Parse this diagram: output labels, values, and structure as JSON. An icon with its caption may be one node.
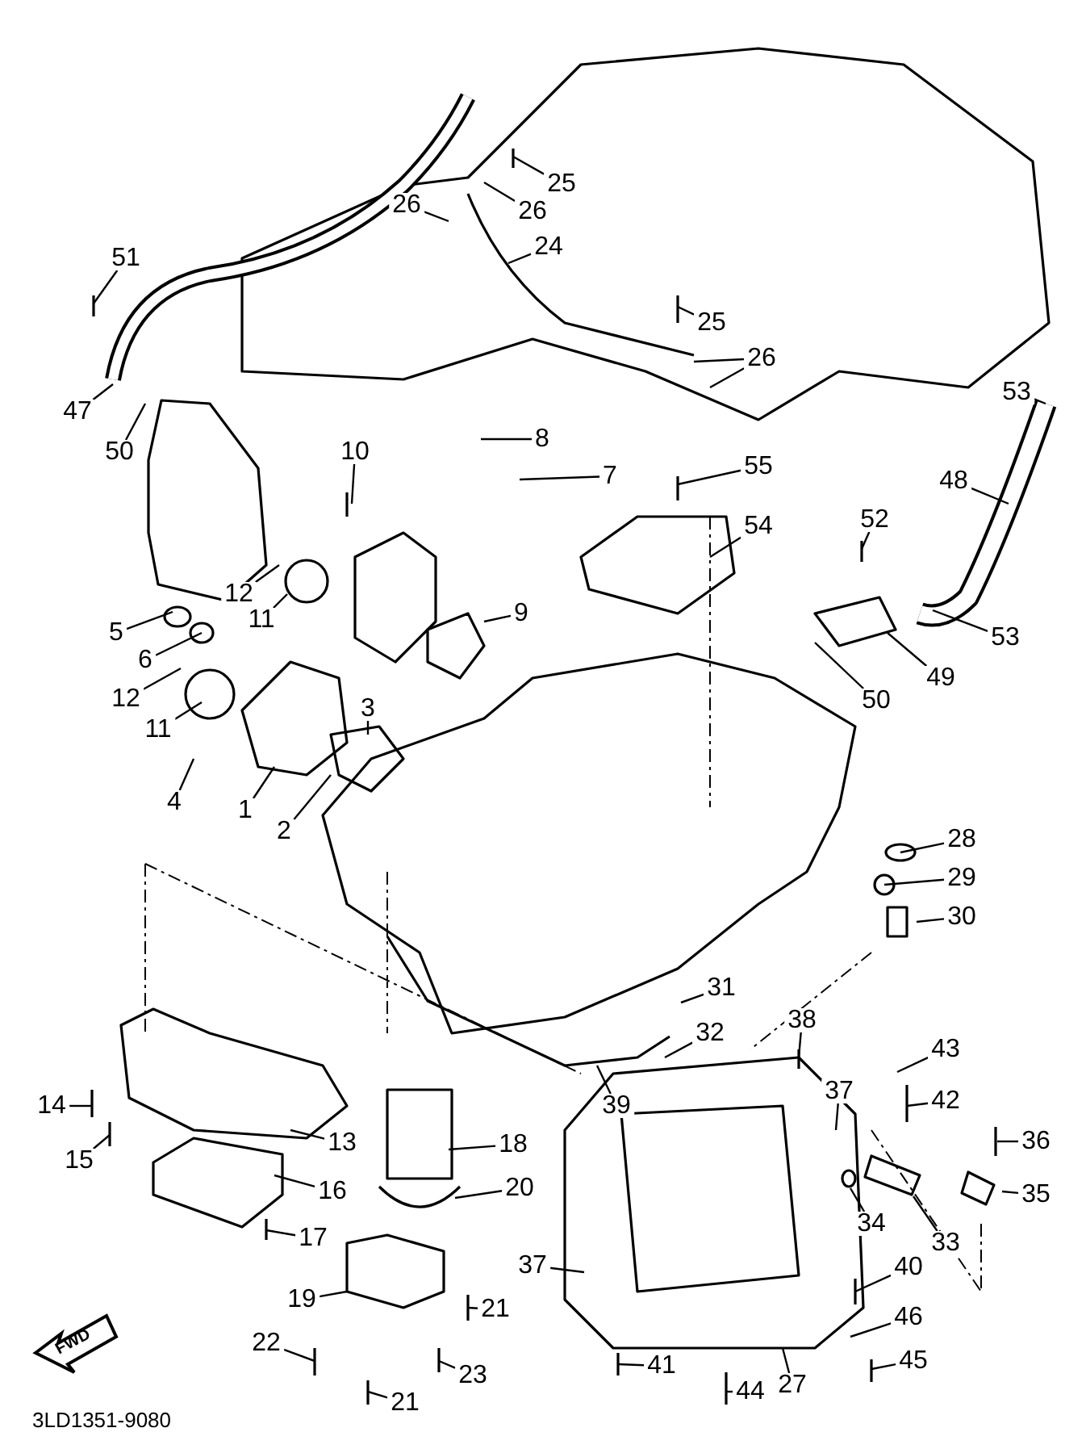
{
  "diagram": {
    "nodes": [
      {
        "text": [
          "25"
        ]
      },
      {
        "text": [
          "26"
        ]
      },
      {
        "text": [
          "26"
        ]
      },
      {
        "text": [
          "24"
        ]
      },
      {
        "text": [
          "51"
        ]
      },
      {
        "text": [
          "25"
        ]
      },
      {
        "text": [
          "26"
        ]
      },
      {
        "text": [
          "47"
        ]
      },
      {
        "text": [
          "50"
        ]
      },
      {
        "text": [
          "53"
        ]
      },
      {
        "text": [
          "8"
        ]
      },
      {
        "text": [
          "7"
        ]
      },
      {
        "text": [
          "10"
        ]
      },
      {
        "text": [
          "55"
        ]
      },
      {
        "text": [
          "48"
        ]
      },
      {
        "text": [
          "54"
        ]
      },
      {
        "text": [
          "52"
        ]
      },
      {
        "text": [
          "12"
        ]
      },
      {
        "text": [
          "11"
        ]
      },
      {
        "text": [
          "9"
        ]
      },
      {
        "text": [
          "5"
        ]
      },
      {
        "text": [
          "53"
        ]
      },
      {
        "text": [
          "6"
        ]
      },
      {
        "text": [
          "49"
        ]
      },
      {
        "text": [
          "50"
        ]
      },
      {
        "text": [
          "12"
        ]
      },
      {
        "text": [
          "11"
        ]
      },
      {
        "text": [
          "3"
        ]
      },
      {
        "text": [
          "4"
        ]
      },
      {
        "text": [
          "1"
        ]
      },
      {
        "text": [
          "2"
        ]
      },
      {
        "text": [
          "28"
        ]
      },
      {
        "text": [
          "29"
        ]
      },
      {
        "text": [
          "30"
        ]
      },
      {
        "text": [
          "31"
        ]
      },
      {
        "text": [
          "32"
        ]
      },
      {
        "text": [
          "38"
        ]
      },
      {
        "text": [
          "43"
        ]
      },
      {
        "text": [
          "39"
        ]
      },
      {
        "text": [
          "37"
        ]
      },
      {
        "text": [
          "14"
        ]
      },
      {
        "text": [
          "42"
        ]
      },
      {
        "text": [
          "13"
        ]
      },
      {
        "text": [
          "15"
        ]
      },
      {
        "text": [
          "18"
        ]
      },
      {
        "text": [
          "36"
        ]
      },
      {
        "text": [
          "16"
        ]
      },
      {
        "text": [
          "20"
        ]
      },
      {
        "text": [
          "34"
        ]
      },
      {
        "text": [
          "33"
        ]
      },
      {
        "text": [
          "35"
        ]
      },
      {
        "text": [
          "17"
        ]
      },
      {
        "text": [
          "37"
        ]
      },
      {
        "text": [
          "19"
        ]
      },
      {
        "text": [
          "40"
        ]
      },
      {
        "text": [
          "21"
        ]
      },
      {
        "text": [
          "46"
        ]
      },
      {
        "text": [
          "22"
        ]
      },
      {
        "text": [
          "45"
        ]
      },
      {
        "text": [
          "41"
        ]
      },
      {
        "text": [
          "23"
        ]
      },
      {
        "text": [
          "27"
        ]
      },
      {
        "text": [
          "44"
        ]
      },
      {
        "text": [
          "21"
        ]
      }
    ],
    "edges": [
      {
        "from": 0,
        "to": null,
        "arrow": "none"
      },
      {
        "from": 1,
        "to": null,
        "arrow": "none"
      },
      {
        "from": 2,
        "to": null,
        "arrow": "none"
      },
      {
        "from": 3,
        "to": null,
        "arrow": "none"
      },
      {
        "from": 4,
        "to": null,
        "arrow": "none"
      },
      {
        "from": 5,
        "to": null,
        "arrow": "none"
      },
      {
        "from": 6,
        "to": null,
        "arrow": "none"
      },
      {
        "from": 6,
        "to": null,
        "arrow": "none"
      },
      {
        "from": 7,
        "to": null,
        "arrow": "none"
      },
      {
        "from": 8,
        "to": null,
        "arrow": "none"
      },
      {
        "from": 9,
        "to": null,
        "arrow": "none"
      },
      {
        "from": 10,
        "to": null,
        "arrow": "none"
      },
      {
        "from": 11,
        "to": null,
        "arrow": "none"
      },
      {
        "from": 12,
        "to": null,
        "arrow": "none"
      },
      {
        "from": 13,
        "to": null,
        "arrow": "none"
      },
      {
        "from": 14,
        "to": null,
        "arrow": "none"
      },
      {
        "from": 15,
        "to": null,
        "arrow": "none"
      },
      {
        "from": 16,
        "to": null,
        "arrow": "none"
      },
      {
        "from": 17,
        "to": null,
        "arrow": "none"
      },
      {
        "from": 18,
        "to": null,
        "arrow": "none"
      },
      {
        "from": 19,
        "to": null,
        "arrow": "none"
      },
      {
        "from": 20,
        "to": null,
        "arrow": "none"
      },
      {
        "from": 21,
        "to": null,
        "arrow": "none"
      },
      {
        "from": 22,
        "to": null,
        "arrow": "none"
      },
      {
        "from": 23,
        "to": null,
        "arrow": "none"
      },
      {
        "from": 24,
        "to": null,
        "arrow": "none"
      },
      {
        "from": 25,
        "to": null,
        "arrow": "none"
      },
      {
        "from": 26,
        "to": null,
        "arrow": "none"
      },
      {
        "from": 27,
        "to": null,
        "arrow": "none"
      },
      {
        "from": 28,
        "to": null,
        "arrow": "none"
      },
      {
        "from": 29,
        "to": null,
        "arrow": "none"
      },
      {
        "from": 30,
        "to": null,
        "arrow": "none"
      },
      {
        "from": 31,
        "to": null,
        "arrow": "none"
      },
      {
        "from": 32,
        "to": null,
        "arrow": "none"
      },
      {
        "from": 33,
        "to": null,
        "arrow": "none"
      },
      {
        "from": 34,
        "to": null,
        "arrow": "none"
      },
      {
        "from": 35,
        "to": null,
        "arrow": "none"
      },
      {
        "from": 36,
        "to": null,
        "arrow": "none"
      },
      {
        "from": 37,
        "to": null,
        "arrow": "none"
      },
      {
        "from": 38,
        "to": null,
        "arrow": "none"
      },
      {
        "from": 39,
        "to": null,
        "arrow": "none"
      },
      {
        "from": 40,
        "to": null,
        "arrow": "none"
      },
      {
        "from": 41,
        "to": null,
        "arrow": "none"
      },
      {
        "from": 42,
        "to": null,
        "arrow": "none"
      },
      {
        "from": 43,
        "to": null,
        "arrow": "none"
      },
      {
        "from": 44,
        "to": null,
        "arrow": "none"
      },
      {
        "from": 45,
        "to": null,
        "arrow": "none"
      },
      {
        "from": 46,
        "to": null,
        "arrow": "none"
      },
      {
        "from": 47,
        "to": null,
        "arrow": "none"
      },
      {
        "from": 48,
        "to": null,
        "arrow": "none"
      },
      {
        "from": 49,
        "to": null,
        "arrow": "none"
      },
      {
        "from": 50,
        "to": null,
        "arrow": "none"
      },
      {
        "from": 51,
        "to": null,
        "arrow": "none"
      },
      {
        "from": 52,
        "to": null,
        "arrow": "none"
      },
      {
        "from": 53,
        "to": null,
        "arrow": "none"
      },
      {
        "from": 54,
        "to": null,
        "arrow": "none"
      },
      {
        "from": 55,
        "to": null,
        "arrow": "none"
      },
      {
        "from": 56,
        "to": null,
        "arrow": "none"
      },
      {
        "from": 57,
        "to": null,
        "arrow": "none"
      },
      {
        "from": 58,
        "to": null,
        "arrow": "none"
      },
      {
        "from": 59,
        "to": null,
        "arrow": "none"
      },
      {
        "from": 60,
        "to": null,
        "arrow": "none"
      },
      {
        "from": 61,
        "to": null,
        "arrow": "none"
      },
      {
        "from": 62,
        "to": null,
        "arrow": "none"
      },
      {
        "from": 63,
        "to": null,
        "arrow": "none"
      }
    ],
    "labels": [
      "FWD",
      "3LD1351-9080"
    ]
  }
}
